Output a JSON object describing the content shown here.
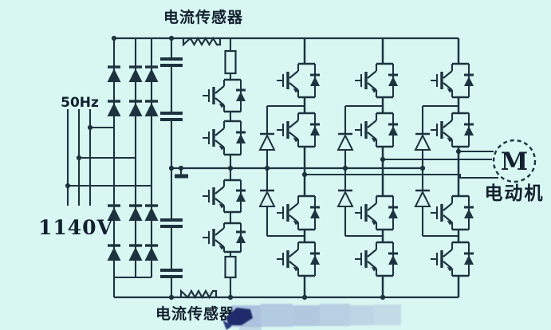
{
  "labels": {
    "top_current_sensor": "电流传感器",
    "bottom_current_sensor": "电流传感器",
    "grid_frequency": "50Hz",
    "dc_voltage": "1140V",
    "motor_letter": "M",
    "motor_name": "电动机"
  },
  "colors": {
    "background": "#d8f7f2",
    "wire": "#1d3340",
    "text": "#12202f",
    "watermark_light": "#aabfdc",
    "watermark_dark": "#202b6b"
  },
  "components": {
    "rectifier_diode_count": 12,
    "dc_link_capacitor_count": 4,
    "igbt_module_count": 16,
    "clamp_diode_count": 6,
    "current_sensor_count": 2,
    "resistor_count": 3,
    "motor_count": 1
  }
}
